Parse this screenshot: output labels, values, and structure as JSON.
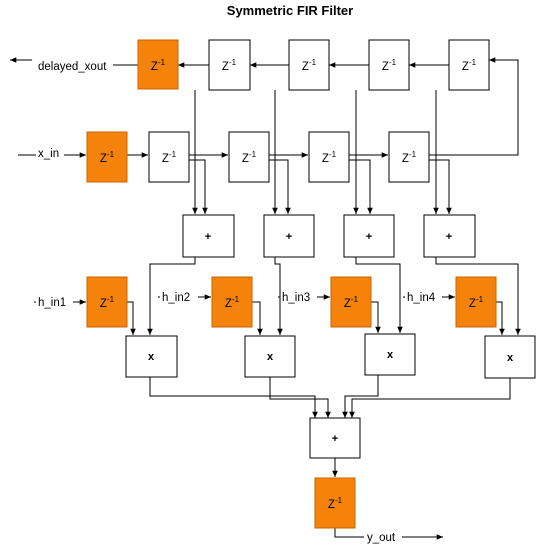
{
  "title": "Symmetric FIR Filter",
  "delay_block": {
    "base": "Z",
    "exponent": "-1"
  },
  "operators": {
    "add": "+",
    "multiply": "x"
  },
  "signals": {
    "delayed_xout": "delayed_xout",
    "x_in": "x_in",
    "h_in1": "h_in1",
    "h_in2": "h_in2",
    "h_in3": "h_in3",
    "h_in4": "h_in4",
    "y_out": "y_out"
  },
  "colors": {
    "register_fill": "#f5820a",
    "register_border": "#c96400",
    "block_fill": "#ffffff",
    "line": "#000000"
  }
}
